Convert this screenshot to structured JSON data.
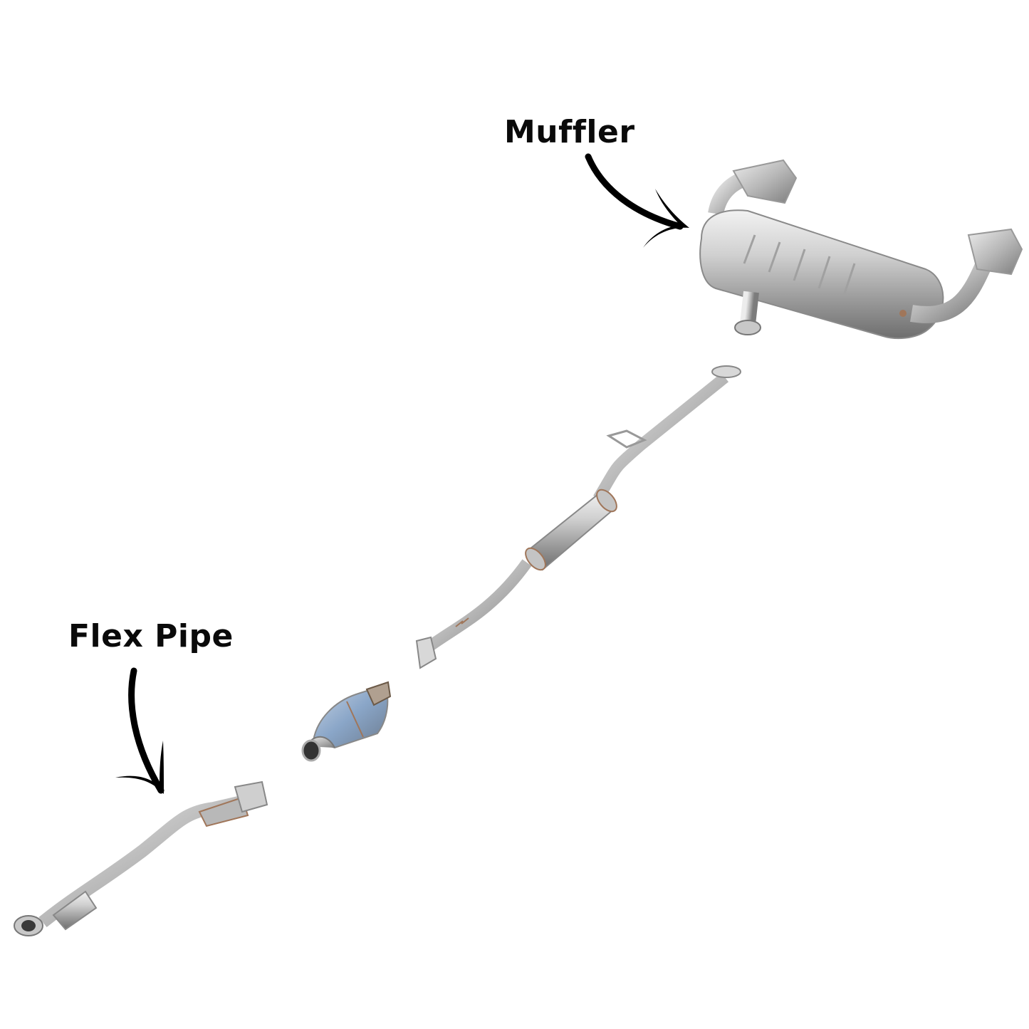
{
  "labels": {
    "muffler": "Muffler",
    "flex_pipe": "Flex Pipe"
  },
  "parts": [
    {
      "name": "Flex Pipe",
      "position": "front"
    },
    {
      "name": "Catalytic Converter",
      "position": "front-middle"
    },
    {
      "name": "Resonator Mid Pipe",
      "position": "middle"
    },
    {
      "name": "Muffler",
      "position": "rear"
    }
  ],
  "colors": {
    "background": "#ffffff",
    "text": "#0a0a0a",
    "arrow": "#000000",
    "metal_light": "#e6e6e6",
    "metal_mid": "#b4b4b4",
    "metal_dark": "#7a7a7a",
    "weld": "#a0765a",
    "cat_blue": "#8aa6c8"
  }
}
